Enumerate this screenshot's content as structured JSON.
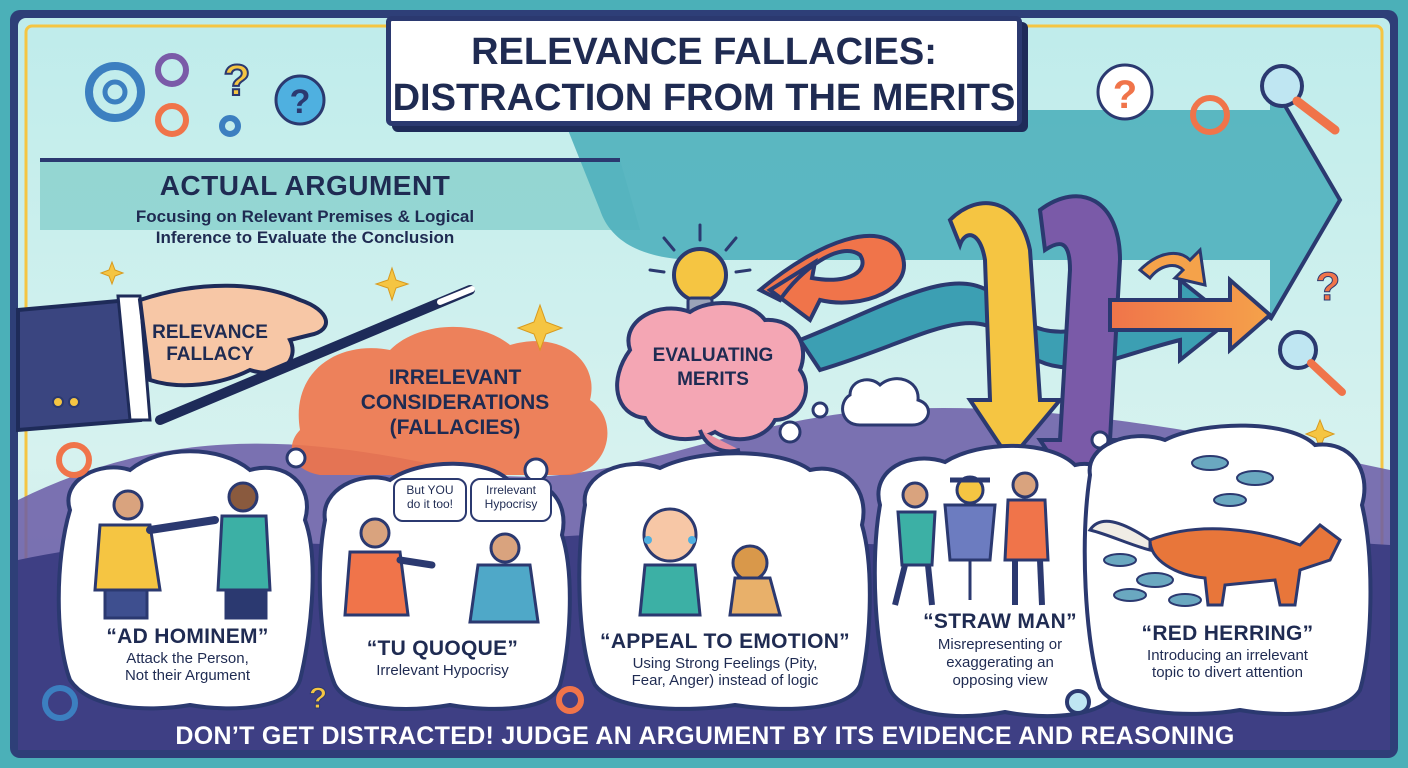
{
  "title": {
    "line1": "RELEVANCE FALLACIES:",
    "line2": "DISTRACTION FROM THE MERITS"
  },
  "actual_argument": {
    "heading": "ACTUAL ARGUMENT",
    "line1": "Focusing on Relevant Premises & Logical",
    "line2": "Inference to Evaluate the Conclusion"
  },
  "hand_label": {
    "line1": "RELEVANCE",
    "line2": "FALLACY"
  },
  "irrelevant": {
    "line1": "IRRELEVANT",
    "line2": "CONSIDERATIONS",
    "line3": "(FALLACIES)"
  },
  "brain_label": {
    "line1": "EVALUATING",
    "line2": "MERITS"
  },
  "fallacies": [
    {
      "name": "“AD HOMINEM”",
      "desc1": "Attack the Person,",
      "desc2": "Not their Argument"
    },
    {
      "name": "“TU QUOQUE”",
      "desc1": "Irrelevant Hypocrisy",
      "desc2": "",
      "speech1": "But YOU do it too!",
      "speech2": "Irrelevant Hypocrisy"
    },
    {
      "name": "“APPEAL TO EMOTION”",
      "desc1": "Using Strong Feelings (Pity,",
      "desc2": "Fear, Anger) instead of logic"
    },
    {
      "name": "“STRAW MAN”",
      "desc1": "Misrepresenting or",
      "desc2": "exaggerating an",
      "desc3": "opposing view"
    },
    {
      "name": "“RED HERRING”",
      "desc1": "Introducing an irrelevant",
      "desc2": "topic to divert attention"
    }
  ],
  "footer": "DON’T GET DISTRACTED! JUDGE AN ARGUMENT BY ITS EVIDENCE AND REASONING",
  "icons": [
    "gear-icon",
    "question-mark-icon",
    "magnifier-icon",
    "lightbulb-icon",
    "brain-icon",
    "sparkle-icon"
  ],
  "colors": {
    "navy": "#2b3970",
    "teal": "#5aa9b5",
    "orange": "#f0744a",
    "purple": "#7a5aa8",
    "yellow": "#f5c542",
    "background": "#cdeeee"
  }
}
